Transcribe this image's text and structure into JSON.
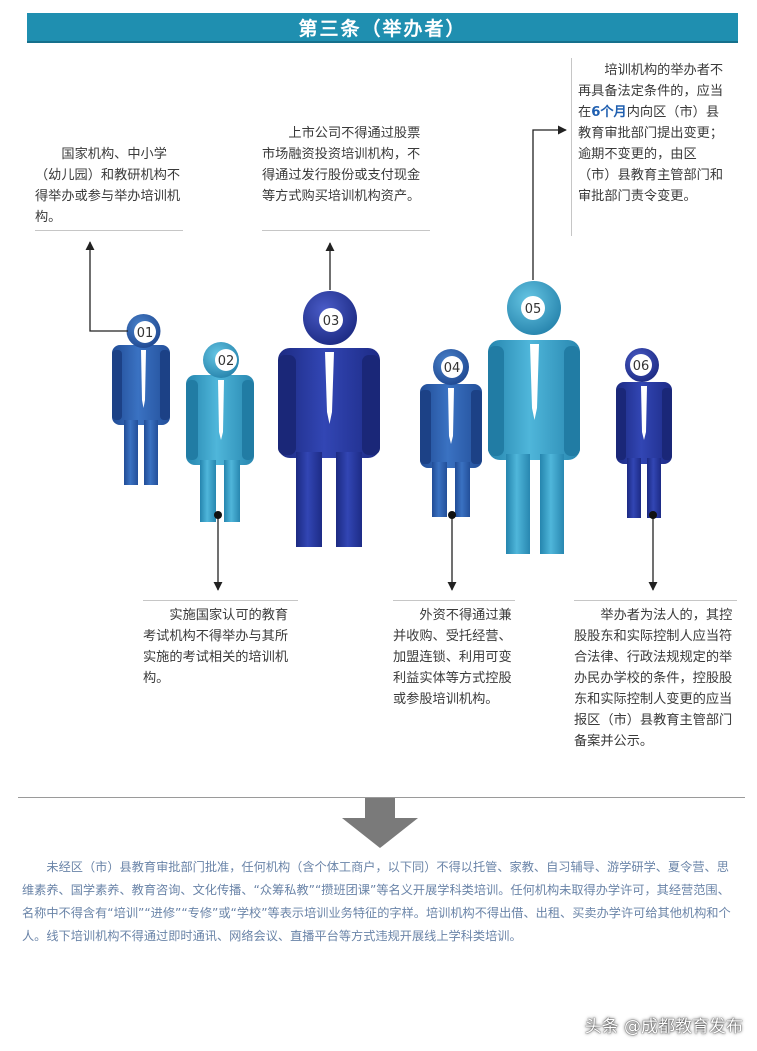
{
  "header": {
    "title": "第三条（举办者）"
  },
  "colors": {
    "banner": "#1f8fb0",
    "dark_blue": "#2a3c9e",
    "mid_blue": "#2f62b0",
    "teal": "#3aa0c6",
    "highlight": "#1f5fb0",
    "bottom_text": "#6a84a8"
  },
  "figures": [
    {
      "number": "01",
      "text": "国家机构、中小学（幼儿园）和教研机构不得举办或参与举办培训机构。"
    },
    {
      "number": "02",
      "text": "实施国家认可的教育考试机构不得举办与其所实施的考试相关的培训机构。"
    },
    {
      "number": "03",
      "text": "上市公司不得通过股票市场融资投资培训机构，不得通过发行股份或支付现金等方式购买培训机构资产。"
    },
    {
      "number": "04",
      "text": "外资不得通过兼并收购、受托经营、加盟连锁、利用可变利益实体等方式控股或参股培训机构。"
    },
    {
      "number": "05",
      "text_before": "培训机构的举办者不再具备法定条件的，应当在",
      "text_highlight": "6个月",
      "text_after": "内向区（市）县教育审批部门提出变更；逾期不变更的，由区（市）县教育主管部门和审批部门责令变更。"
    },
    {
      "number": "06",
      "text": "举办者为法人的，其控股股东和实际控制人应当符合法律、行政法规规定的举办民办学校的条件，控股股东和实际控制人变更的应当报区（市）县教育主管部门备案并公示。"
    }
  ],
  "bottom_note": "未经区（市）县教育审批部门批准，任何机构（含个体工商户，以下同）不得以托管、家教、自习辅导、游学研学、夏令营、思维素养、国学素养、教育咨询、文化传播、“众筹私教”“攒班团课”等名义开展学科类培训。任何机构未取得办学许可，其经营范围、名称中不得含有“培训”“进修”“专修”或“学校”等表示培训业务特征的字样。培训机构不得出借、出租、买卖办学许可给其他机构和个人。线下培训机构不得通过即时通讯、网络会议、直播平台等方式违规开展线上学科类培训。",
  "footer": {
    "watermark": "头条 @成都教育发布"
  }
}
